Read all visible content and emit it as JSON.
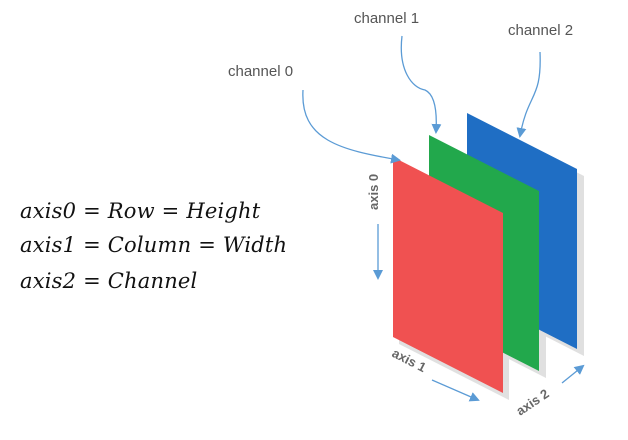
{
  "labels": {
    "channel0": "channel 0",
    "channel1": "channel 1",
    "channel2": "channel 2",
    "axis0": "axis 0",
    "axis1": "axis 1",
    "axis2": "axis 2"
  },
  "equations": {
    "axis0": "axis0 = Row = Height",
    "axis1": "axis1 = Column = Width",
    "axis2": "axis2 = Channel"
  },
  "colors": {
    "channel0": "#f05151",
    "channel1": "#22a84c",
    "channel2": "#1f6ec4",
    "arrow": "#5b9bd5",
    "label": "#555555"
  }
}
